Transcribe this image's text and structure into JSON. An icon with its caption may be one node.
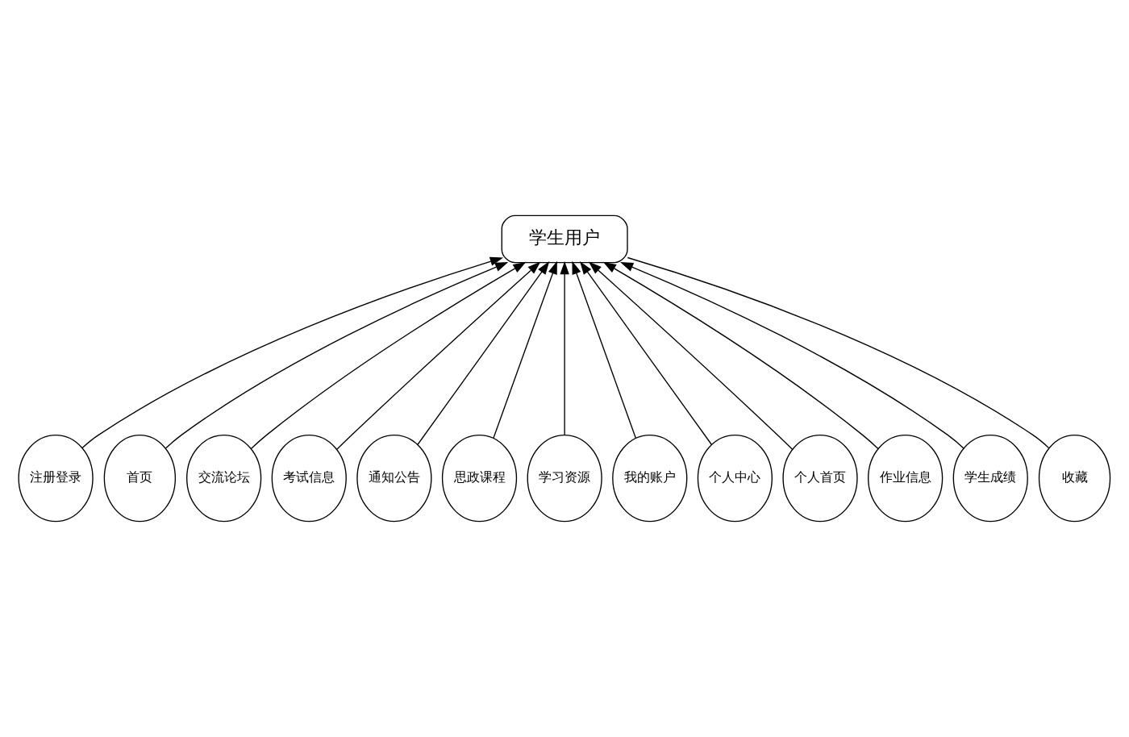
{
  "diagram": {
    "nodes": [
      {
        "text": [
          "学生用户"
        ]
      },
      {
        "text": [
          "注册登录"
        ]
      },
      {
        "text": [
          "首页"
        ]
      },
      {
        "text": [
          "交流论坛"
        ]
      },
      {
        "text": [
          "考试信息"
        ]
      },
      {
        "text": [
          "通知公告"
        ]
      },
      {
        "text": [
          "思政课程"
        ]
      },
      {
        "text": [
          "学习资源"
        ]
      },
      {
        "text": [
          "我的账户"
        ]
      },
      {
        "text": [
          "个人中心"
        ]
      },
      {
        "text": [
          "个人首页"
        ]
      },
      {
        "text": [
          "作业信息"
        ]
      },
      {
        "text": [
          "学生成绩"
        ]
      },
      {
        "text": [
          "收藏"
        ]
      }
    ],
    "edges": [
      {
        "from": 1,
        "to": 0,
        "arrow": "to"
      },
      {
        "from": 2,
        "to": 0,
        "arrow": "to"
      },
      {
        "from": 3,
        "to": 0,
        "arrow": "to"
      },
      {
        "from": 4,
        "to": 0,
        "arrow": "to"
      },
      {
        "from": 5,
        "to": 0,
        "arrow": "to"
      },
      {
        "from": 6,
        "to": 0,
        "arrow": "to"
      },
      {
        "from": 7,
        "to": 0,
        "arrow": "to"
      },
      {
        "from": 8,
        "to": 0,
        "arrow": "to"
      },
      {
        "from": 9,
        "to": 0,
        "arrow": "to"
      },
      {
        "from": 10,
        "to": 0,
        "arrow": "to"
      },
      {
        "from": 11,
        "to": 0,
        "arrow": "to"
      },
      {
        "from": 12,
        "to": 0,
        "arrow": "to"
      },
      {
        "from": 13,
        "to": 0,
        "arrow": "none"
      }
    ]
  }
}
